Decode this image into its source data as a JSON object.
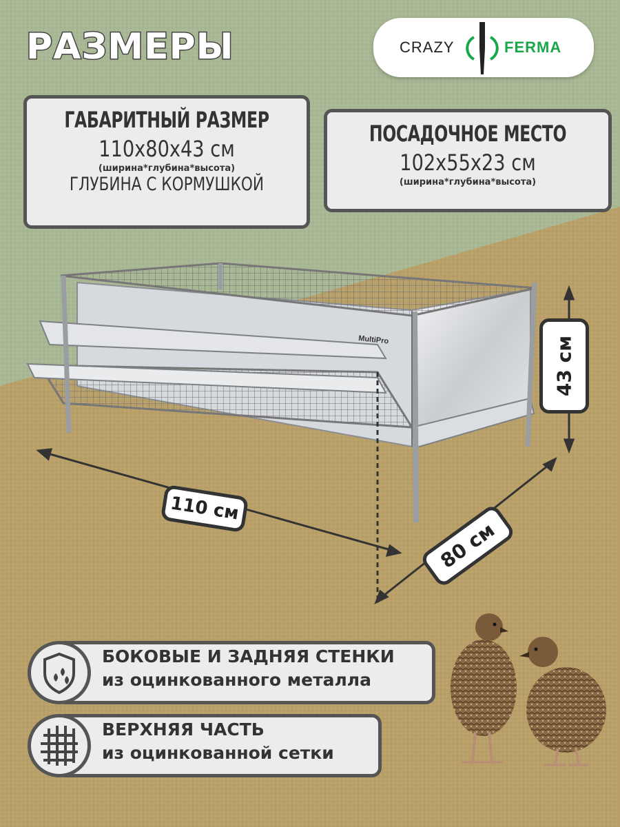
{
  "title": "РАЗМЕРЫ",
  "logo": {
    "left": "CRAZY",
    "right": "FERMA"
  },
  "overall": {
    "heading": "ГАБАРИТНЫЙ РАЗМЕР",
    "value": "110x80x43 см",
    "sub": "(ширина*глубина*высота)",
    "note": "ГЛУБИНА С КОРМУШКОЙ"
  },
  "seat": {
    "heading": "ПОСАДОЧНОЕ МЕСТО",
    "value": "102x55x23 см",
    "sub": "(ширина*глубина*высота)"
  },
  "dims": {
    "width": "110 см",
    "height": "43 см",
    "depth": "80 см"
  },
  "product_brand": "MultiPro",
  "features": [
    {
      "icon": "shield-icon",
      "line1": "БОКОВЫЕ И ЗАДНЯЯ СТЕНКИ",
      "line2": "из оцинкованного металла"
    },
    {
      "icon": "grid-icon",
      "line1": "ВЕРХНЯЯ ЧАСТЬ",
      "line2": "из оцинкованной сетки"
    }
  ],
  "colors": {
    "green_bg": "#a8b893",
    "tan_bg": "#b9a26a",
    "logo_green": "#1aa64b"
  }
}
